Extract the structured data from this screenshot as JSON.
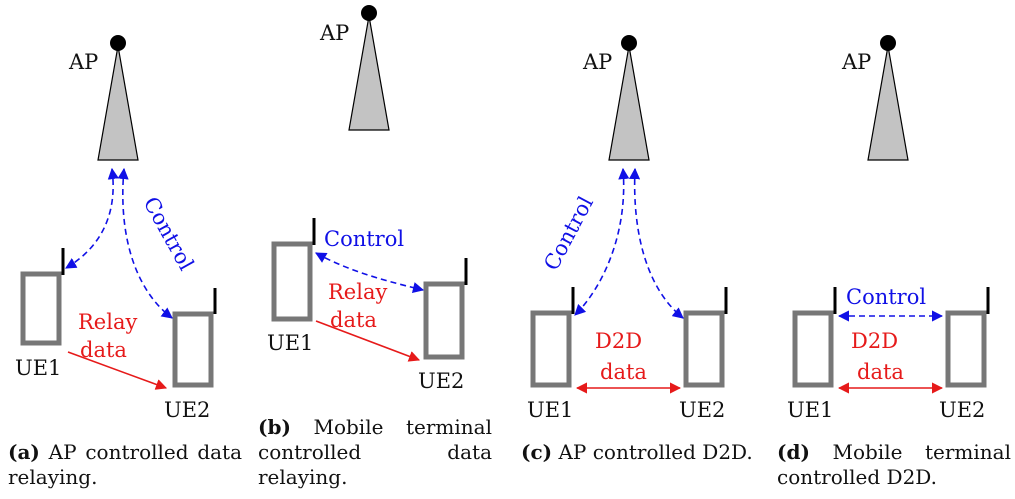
{
  "colors": {
    "tower_fill": "#c3c3c3",
    "antenna_dot": "#000000",
    "phone_border": "#777777",
    "control": "#1010e6",
    "data": "#e61a1a",
    "text": "#111111"
  },
  "panels": [
    {
      "id": "a",
      "ap_label": "AP",
      "ue1_label": "UE1",
      "ue2_label": "UE2",
      "control_label": "Control",
      "data_label_line1": "Relay",
      "data_label_line2": "data",
      "caption_tag": "(a)",
      "caption_text": "AP controlled data relaying."
    },
    {
      "id": "b",
      "ap_label": "AP",
      "ue1_label": "UE1",
      "ue2_label": "UE2",
      "control_label": "Control",
      "data_label_line1": "Relay",
      "data_label_line2": "data",
      "caption_tag": "(b)",
      "caption_text": "Mobile terminal controlled data relaying."
    },
    {
      "id": "c",
      "ap_label": "AP",
      "ue1_label": "UE1",
      "ue2_label": "UE2",
      "control_label": "Control",
      "data_label_line1": "D2D",
      "data_label_line2": "data",
      "caption_tag": "(c)",
      "caption_text": "AP controlled D2D."
    },
    {
      "id": "d",
      "ap_label": "AP",
      "ue1_label": "UE1",
      "ue2_label": "UE2",
      "control_label": "Control",
      "data_label_line1": "D2D",
      "data_label_line2": "data",
      "caption_tag": "(d)",
      "caption_text": "Mobile terminal controlled D2D."
    }
  ]
}
